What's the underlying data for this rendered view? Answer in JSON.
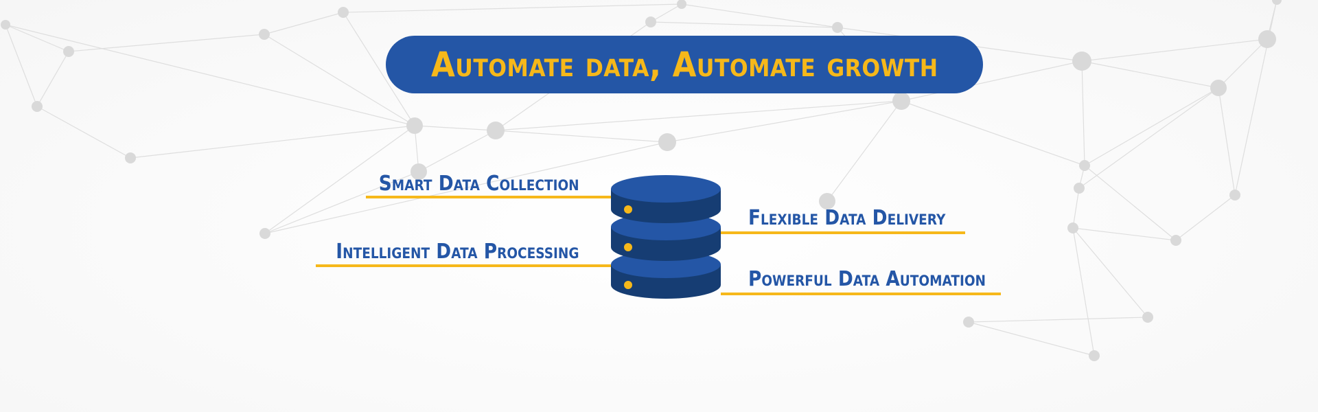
{
  "header": {
    "title": "Automate data, Automate growth"
  },
  "features": {
    "smart_collection": "Smart Data Collection",
    "intelligent_processing": "Intelligent Data Processing",
    "flexible_delivery": "Flexible Data Delivery",
    "powerful_automation": "Powerful Data Automation"
  },
  "colors": {
    "brand_blue": "#2456a6",
    "dark_blue": "#163d73",
    "accent_yellow": "#f6b81a",
    "network_gray": "#d9d9d9"
  },
  "icons": {
    "database": "database-icon",
    "background": "network-graph"
  }
}
